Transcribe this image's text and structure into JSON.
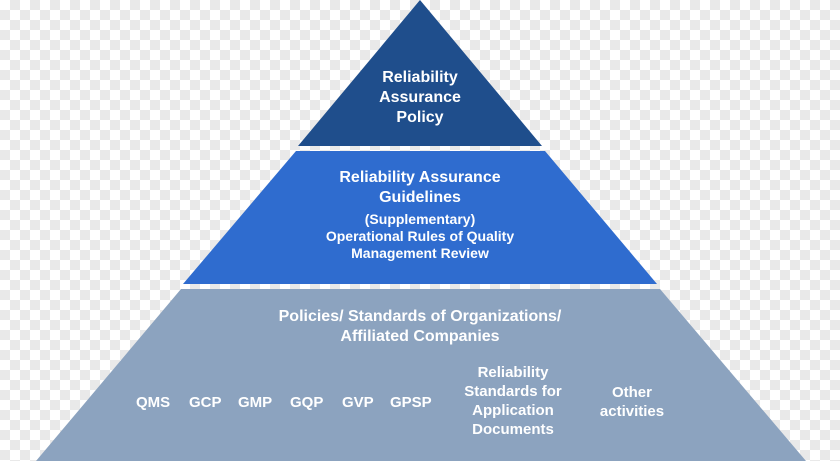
{
  "tiers": {
    "top": {
      "title_lines": [
        "Reliability",
        "Assurance",
        "Policy"
      ],
      "color": "#1f4e8c"
    },
    "middle": {
      "title_lines": [
        "Reliability Assurance",
        "Guidelines"
      ],
      "subtitle_lines": [
        "(Supplementary)",
        "Operational Rules of Quality",
        "Management Review"
      ],
      "color": "#2f6ccf"
    },
    "bottom": {
      "title_lines": [
        "Policies/ Standards of Organizations/",
        "Affiliated Companies"
      ],
      "items": [
        "QMS",
        "GCP",
        "GMP",
        "GQP",
        "GVP",
        "GPSP"
      ],
      "item_reliability_lines": [
        "Reliability",
        "Standards for",
        "Application",
        "Documents"
      ],
      "item_other_lines": [
        "Other",
        "activities"
      ],
      "color": "#8ca3bf"
    }
  }
}
